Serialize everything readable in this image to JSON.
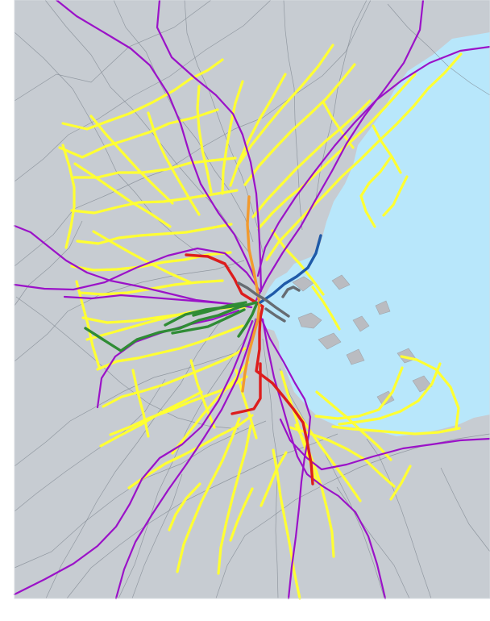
{
  "map": {
    "colors": {
      "land": "#c7ccd2",
      "water": "#b8e7fb",
      "town_border": "#7f8790",
      "bus": "#ffff33",
      "commuter_rail": "#9b12c8",
      "red_line": "#dd1d1d",
      "orange_line": "#f29a2e",
      "green_line": "#2f8c35",
      "blue_line": "#1f5aa8",
      "silver_line": "#666c72",
      "frame": "#ffffff"
    },
    "layers": [
      "town-boundaries",
      "bus-routes",
      "commuter-rail",
      "rapid-transit"
    ]
  }
}
